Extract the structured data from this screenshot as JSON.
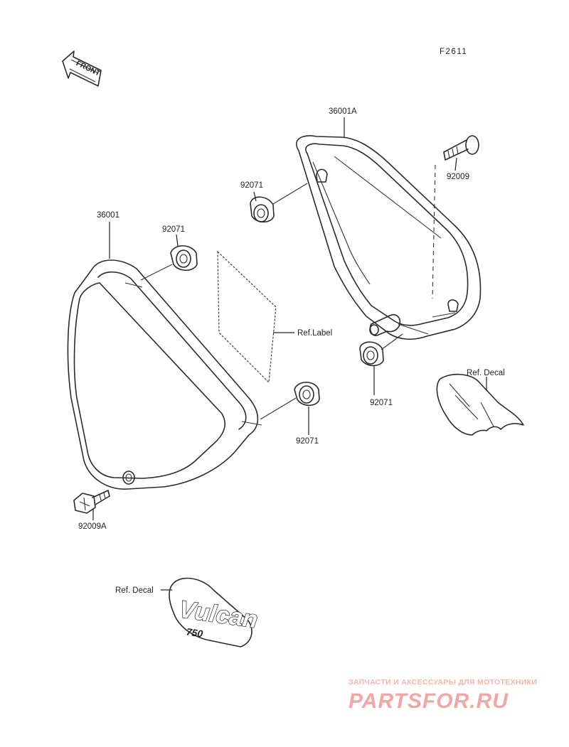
{
  "figure_code": "F2611",
  "front_arrow": {
    "text": "FRONT",
    "icon": "front-arrow-icon"
  },
  "callouts": {
    "cover_right": "36001A",
    "cover_left": "36001",
    "bolt_right": "92009",
    "bolt_left": "92009A",
    "grommet_upper_right": "92071",
    "grommet_upper_left": "92071",
    "grommet_lower_right": "92071",
    "grommet_lower_left": "92071",
    "ref_label": "Ref.Label",
    "ref_decal_right": "Ref. Decal",
    "ref_decal_bottom": "Ref. Decal"
  },
  "decal_logo": {
    "text": "Vulcan",
    "sub": "750"
  },
  "watermark": {
    "tagline": "ЗАПЧАСТИ И АКСЕССУАРЫ ДЛЯ МОТОТЕХНИКИ",
    "brand": "PARTSFOR.RU",
    "color": "#f4a6a6"
  }
}
